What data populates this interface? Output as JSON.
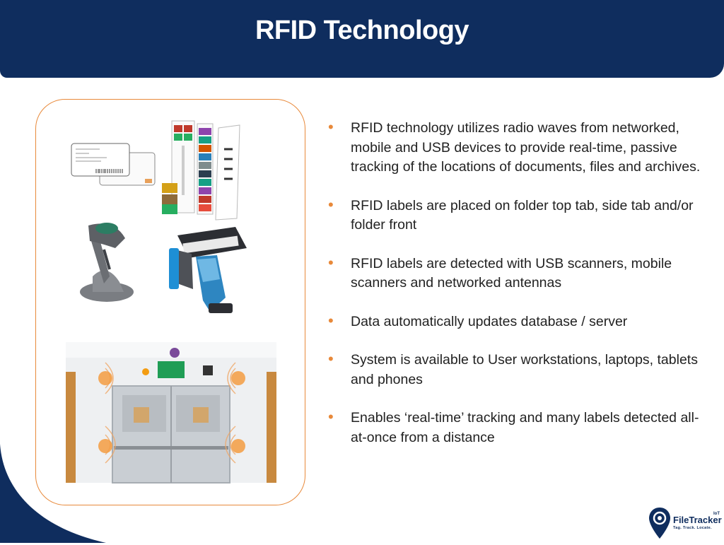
{
  "header": {
    "title": "RFID Technology"
  },
  "bullets": [
    "RFID technology utilizes radio waves from networked, mobile and USB devices to provide real-time, passive tracking of the locations of documents, files and archives.",
    "RFID labels are placed on folder top tab, side tab and/or folder front",
    "RFID labels are detected with USB scanners, mobile scanners and networked antennas",
    "Data automatically updates database / server",
    "System is available to User workstations, laptops, tablets and phones",
    "Enables ‘real-time’ tracking and many labels detected all-at-once from a distance"
  ],
  "bullet_marker": "•",
  "logo": {
    "name": "FileTracker",
    "superscript": "IoT",
    "tagline": "Tag. Track. Locate."
  },
  "colors": {
    "header": "#0f2d5e",
    "accent": "#e8893a",
    "text": "#222222"
  }
}
